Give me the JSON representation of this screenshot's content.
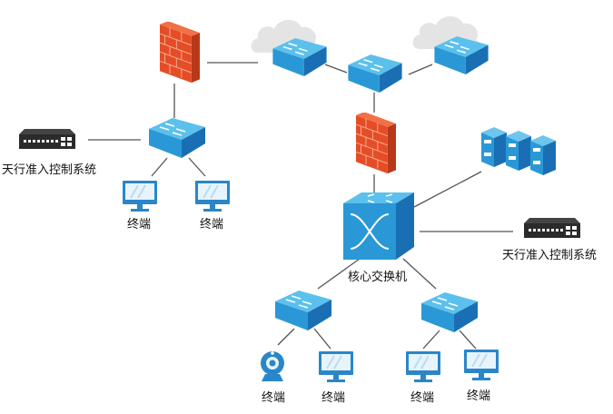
{
  "diagram": {
    "title": "",
    "nodes": {
      "firewall_top": {
        "type": "firewall"
      },
      "firewall_mid": {
        "type": "firewall"
      },
      "cloud_switch_left": {
        "type": "cloud-switch"
      },
      "switch_center_top": {
        "type": "switch"
      },
      "cloud_switch_right": {
        "type": "cloud-switch"
      },
      "access_switch_left": {
        "type": "switch"
      },
      "nac_left": {
        "type": "appliance",
        "label": "天行准入控制系统"
      },
      "nac_right": {
        "type": "appliance",
        "label": "天行准入控制系统"
      },
      "core_switch": {
        "type": "core-switch",
        "label": "核心交换机"
      },
      "servers": {
        "type": "server-cluster"
      },
      "switch_bottom_left": {
        "type": "switch"
      },
      "switch_bottom_right": {
        "type": "switch"
      },
      "terminal_tl1": {
        "type": "monitor",
        "label": "终端"
      },
      "terminal_tl2": {
        "type": "monitor",
        "label": "终端"
      },
      "terminal_bl1": {
        "type": "webcam",
        "label": "终端"
      },
      "terminal_bl2": {
        "type": "monitor",
        "label": "终端"
      },
      "terminal_br1": {
        "type": "monitor",
        "label": "终端"
      },
      "terminal_br2": {
        "type": "monitor",
        "label": "终端"
      }
    },
    "edges": [
      [
        "firewall_top",
        "cloud_switch_left"
      ],
      [
        "cloud_switch_left",
        "switch_center_top"
      ],
      [
        "switch_center_top",
        "cloud_switch_right"
      ],
      [
        "switch_center_top",
        "firewall_mid"
      ],
      [
        "firewall_mid",
        "core_switch"
      ],
      [
        "firewall_top",
        "access_switch_left"
      ],
      [
        "nac_left",
        "access_switch_left"
      ],
      [
        "access_switch_left",
        "terminal_tl1"
      ],
      [
        "access_switch_left",
        "terminal_tl2"
      ],
      [
        "core_switch",
        "servers"
      ],
      [
        "core_switch",
        "nac_right"
      ],
      [
        "core_switch",
        "switch_bottom_left"
      ],
      [
        "core_switch",
        "switch_bottom_right"
      ],
      [
        "switch_bottom_left",
        "terminal_bl1"
      ],
      [
        "switch_bottom_left",
        "terminal_bl2"
      ],
      [
        "switch_bottom_right",
        "terminal_br1"
      ],
      [
        "switch_bottom_right",
        "terminal_br2"
      ]
    ],
    "colors": {
      "switch_top": "#4fb6e6",
      "switch_front": "#2a8fd0",
      "switch_side": "#1b6fb0",
      "firewall": "#e8502a",
      "cloud": "#e6e6e6",
      "appliance": "#2b2b2b",
      "monitor": "#2a86c8",
      "line": "#555555"
    }
  }
}
